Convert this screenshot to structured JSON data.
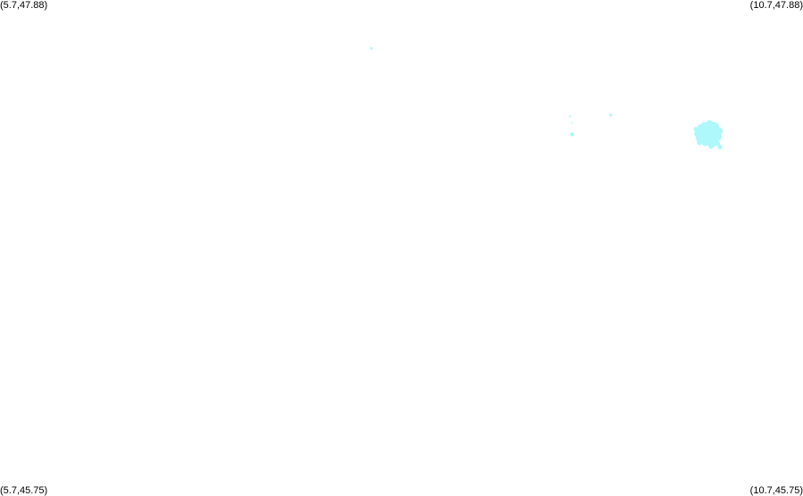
{
  "map": {
    "lon_range": [
      5.7,
      10.7
    ],
    "lat_range": [
      45.75,
      47.88
    ],
    "feature_color": "#aef7fb",
    "features": [
      {
        "type": "dot",
        "lon": 8.013,
        "lat": 47.671,
        "r": 1.5
      },
      {
        "type": "dot",
        "lon": 9.249,
        "lat": 47.377,
        "r": 1.2
      },
      {
        "type": "blob",
        "lon": 9.264,
        "lat": 47.349,
        "r": 0.9
      },
      {
        "type": "dot",
        "lon": 9.261,
        "lat": 47.299,
        "r": 2.2
      },
      {
        "type": "dot",
        "lon": 9.503,
        "lat": 47.383,
        "r": 1.6
      },
      {
        "type": "cluster",
        "lon": 10.111,
        "lat": 47.298,
        "r": 12
      }
    ]
  },
  "corners": {
    "top_left": "(5.7,47.88)",
    "top_right": "(10.7,47.88)",
    "bottom_left": "(5.7,45.75)",
    "bottom_right": "(10.7,45.75)"
  }
}
